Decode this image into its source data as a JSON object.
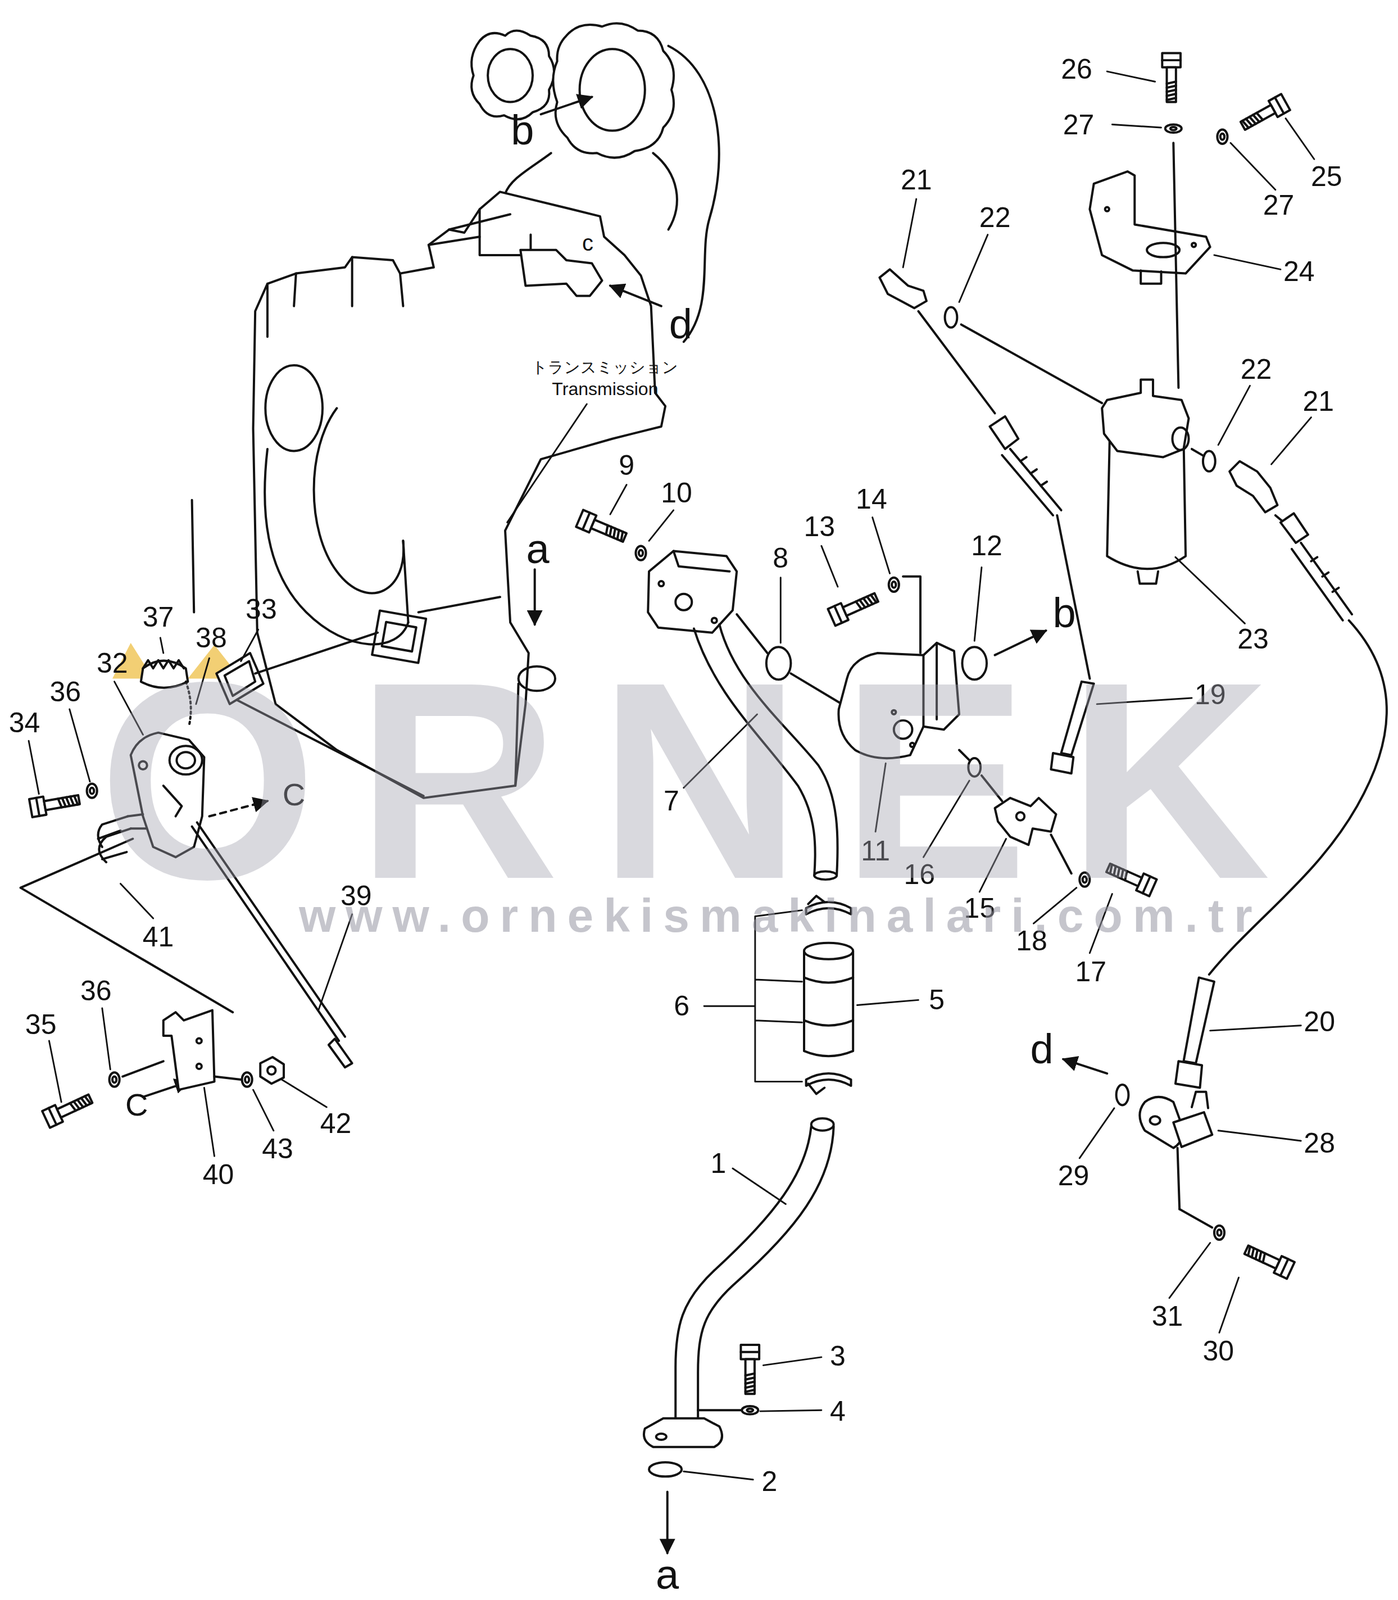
{
  "diagram": {
    "labels": [
      "26",
      "27",
      "b",
      "25",
      "21",
      "27",
      "22",
      "c",
      "24",
      "d",
      "トランスミッション",
      "Transmission",
      "22",
      "21",
      "9",
      "10",
      "14",
      "13",
      "12",
      "a",
      "8",
      "b",
      "33",
      "37",
      "38",
      "23",
      "32",
      "36",
      "19",
      "34",
      "C",
      "7",
      "11",
      "16",
      "39",
      "15",
      "41",
      "18",
      "17",
      "36",
      "5",
      "6",
      "20",
      "35",
      "d",
      "C",
      "42",
      "28",
      "43",
      "1",
      "40",
      "29",
      "31",
      "30",
      "3",
      "4",
      "2",
      "a",
      "ORNEK",
      "www.ornekismakinalari.com.tr"
    ]
  }
}
